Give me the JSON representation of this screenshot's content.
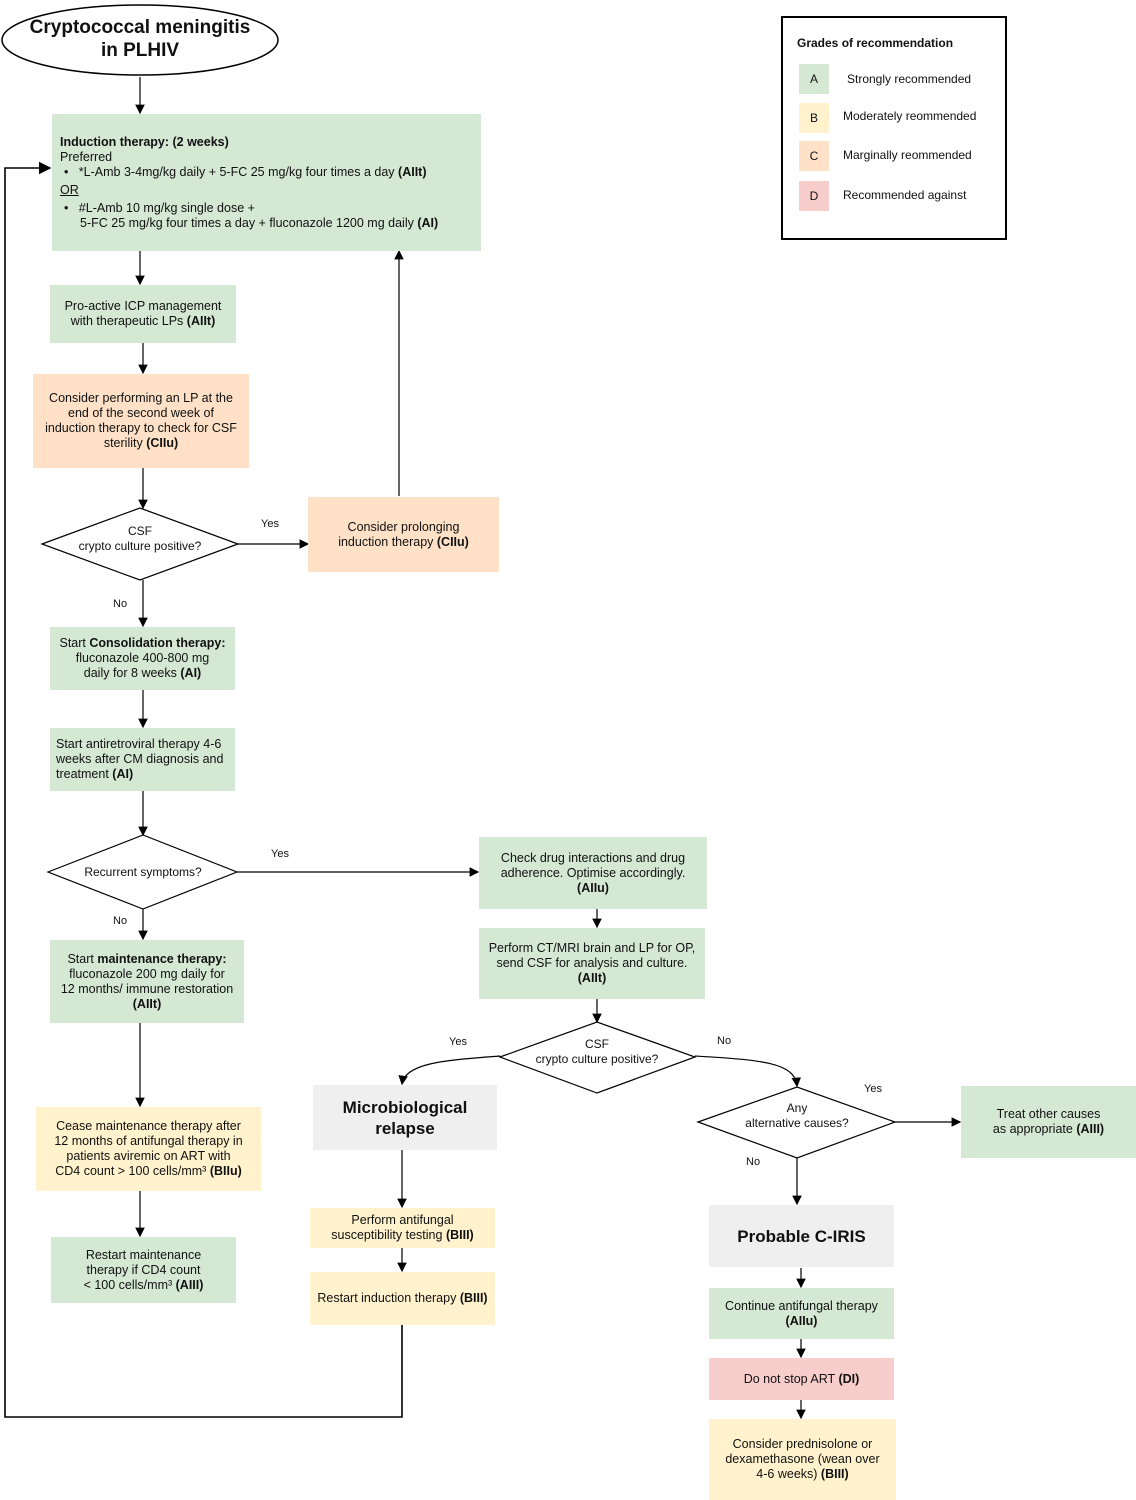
{
  "title": {
    "line1": "Cryptococcal meningitis",
    "line2": "in PLHIV"
  },
  "legend": {
    "title": "Grades of recommendation",
    "items": [
      {
        "grade": "A",
        "label": "Strongly recommended",
        "color": "#d5e8d4"
      },
      {
        "grade": "B",
        "label": "Moderately reommended",
        "color": "#fff2cc"
      },
      {
        "grade": "C",
        "label": "Marginally reommended",
        "color": "#ffe1c8"
      },
      {
        "grade": "D",
        "label": "Recommended against",
        "color": "#f8cecc"
      }
    ]
  },
  "induction": {
    "heading": "Induction therapy: (2 weeks)",
    "preferred": "Preferred",
    "option1": "*L-Amb 3-4mg/kg daily + 5-FC 25 mg/kg four times a day",
    "option1_grade": "(AIIt)",
    "or_label": "OR",
    "option2_line1": "#L-Amb 10 mg/kg single dose +",
    "option2_line2": "5-FC 25 mg/kg four times a day + fluconazole 1200 mg daily",
    "option2_grade": "(AI)"
  },
  "icp": {
    "line1": "Pro-active ICP management",
    "line2": "with therapeutic LPs",
    "grade": "(AIIt)"
  },
  "consider_lp": {
    "line1": "Consider performing an LP at the",
    "line2": "end of the second week of",
    "line3": "induction therapy to check for CSF",
    "line4": "sterility",
    "grade": "(CIIu)"
  },
  "csf_decision": {
    "line1": "CSF",
    "line2": "crypto culture positive?"
  },
  "prolong": {
    "line1": "Consider prolonging",
    "line2": "induction therapy",
    "grade": "(CIIu)"
  },
  "consolidation": {
    "prefix": "Start",
    "heading": "Consolidation therapy:",
    "line2": "fluconazole 400-800 mg",
    "line3": "daily for 8 weeks",
    "grade": "(AI)"
  },
  "art": {
    "line1": "Start antiretroviral therapy 4-6",
    "line2": "weeks after CM diagnosis and",
    "line3": "treatment",
    "grade": "(AI)"
  },
  "recurrent": {
    "text": "Recurrent symptoms?"
  },
  "maintenance": {
    "prefix": "Start",
    "heading": "maintenance therapy:",
    "line2": "fluconazole 200 mg daily for",
    "line3": "12 months/ immune restoration",
    "grade": "(AIIt)"
  },
  "cease": {
    "line1": "Cease maintenance therapy after",
    "line2": "12 months of antifungal therapy in",
    "line3": "patients aviremic on ART with",
    "line4": "CD4 count > 100 cells/mm³",
    "grade": "(BIIu)"
  },
  "restart_maint": {
    "line1": "Restart maintenance",
    "line2": "therapy if CD4 count",
    "line3": "< 100 cells/mm³",
    "grade": "(AIII)"
  },
  "check_drug": {
    "line1": "Check drug interactions and drug",
    "line2": "adherence. Optimise accordingly.",
    "grade": "(AIIu)"
  },
  "ct_mri": {
    "line1": "Perform CT/MRI brain and LP for OP,",
    "line2": "send CSF for analysis and culture.",
    "grade": "(AIIt)"
  },
  "csf2": {
    "line1": "CSF",
    "line2": "crypto culture positive?"
  },
  "micro_relapse": {
    "line1": "Microbiological",
    "line2": "relapse"
  },
  "susceptibility": {
    "line1": "Perform antifungal",
    "line2": "susceptibility testing",
    "grade": "(BIII)"
  },
  "restart_induction": {
    "text": "Restart induction therapy",
    "grade": "(BIII)"
  },
  "alt_causes": {
    "line1": "Any",
    "line2": "alternative causes?"
  },
  "treat_other": {
    "line1": "Treat other causes",
    "line2": "as appropriate",
    "grade": "(AIII)"
  },
  "ciris": {
    "text": "Probable C-IRIS"
  },
  "continue_af": {
    "line1": "Continue antifungal therapy",
    "grade": "(AIIu)"
  },
  "no_stop_art": {
    "text": "Do not stop ART",
    "grade": "(DI)"
  },
  "prednisolone": {
    "line1": "Consider prednisolone or",
    "line2": "dexamethasone (wean over",
    "line3": "4-6 weeks)",
    "grade": "(BIII)"
  },
  "edge_labels": {
    "yes": "Yes",
    "no": "No"
  }
}
